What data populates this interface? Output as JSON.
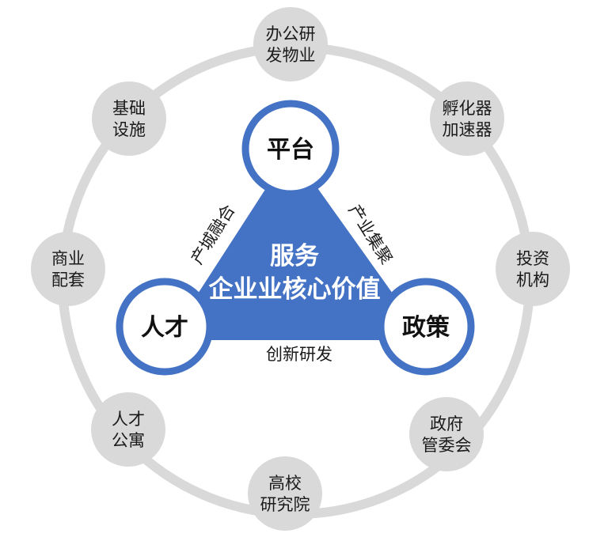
{
  "satellites": [
    {
      "id": "office",
      "lines": [
        "办公研",
        "发物业"
      ]
    },
    {
      "id": "incubator",
      "lines": [
        "孵化器",
        "加速器"
      ]
    },
    {
      "id": "investment",
      "lines": [
        "投资",
        "机构"
      ]
    },
    {
      "id": "government",
      "lines": [
        "政府",
        "管委会"
      ]
    },
    {
      "id": "university",
      "lines": [
        "高校",
        "研究院"
      ]
    },
    {
      "id": "talent-apartment",
      "lines": [
        "人才",
        "公寓"
      ]
    },
    {
      "id": "commercial",
      "lines": [
        "商业",
        "配套"
      ]
    },
    {
      "id": "infrastructure",
      "lines": [
        "基础",
        "设施"
      ]
    }
  ],
  "core": {
    "platform": "平台",
    "talent": "人才",
    "policy": "政策"
  },
  "center": {
    "line1": "服务",
    "line2": "企业业核心价值"
  },
  "edges": {
    "left": "产城融合",
    "right": "产业集聚",
    "bottom": "创新研发"
  },
  "colors": {
    "accent": "#4472c4",
    "ring": "#d9d9d9"
  }
}
